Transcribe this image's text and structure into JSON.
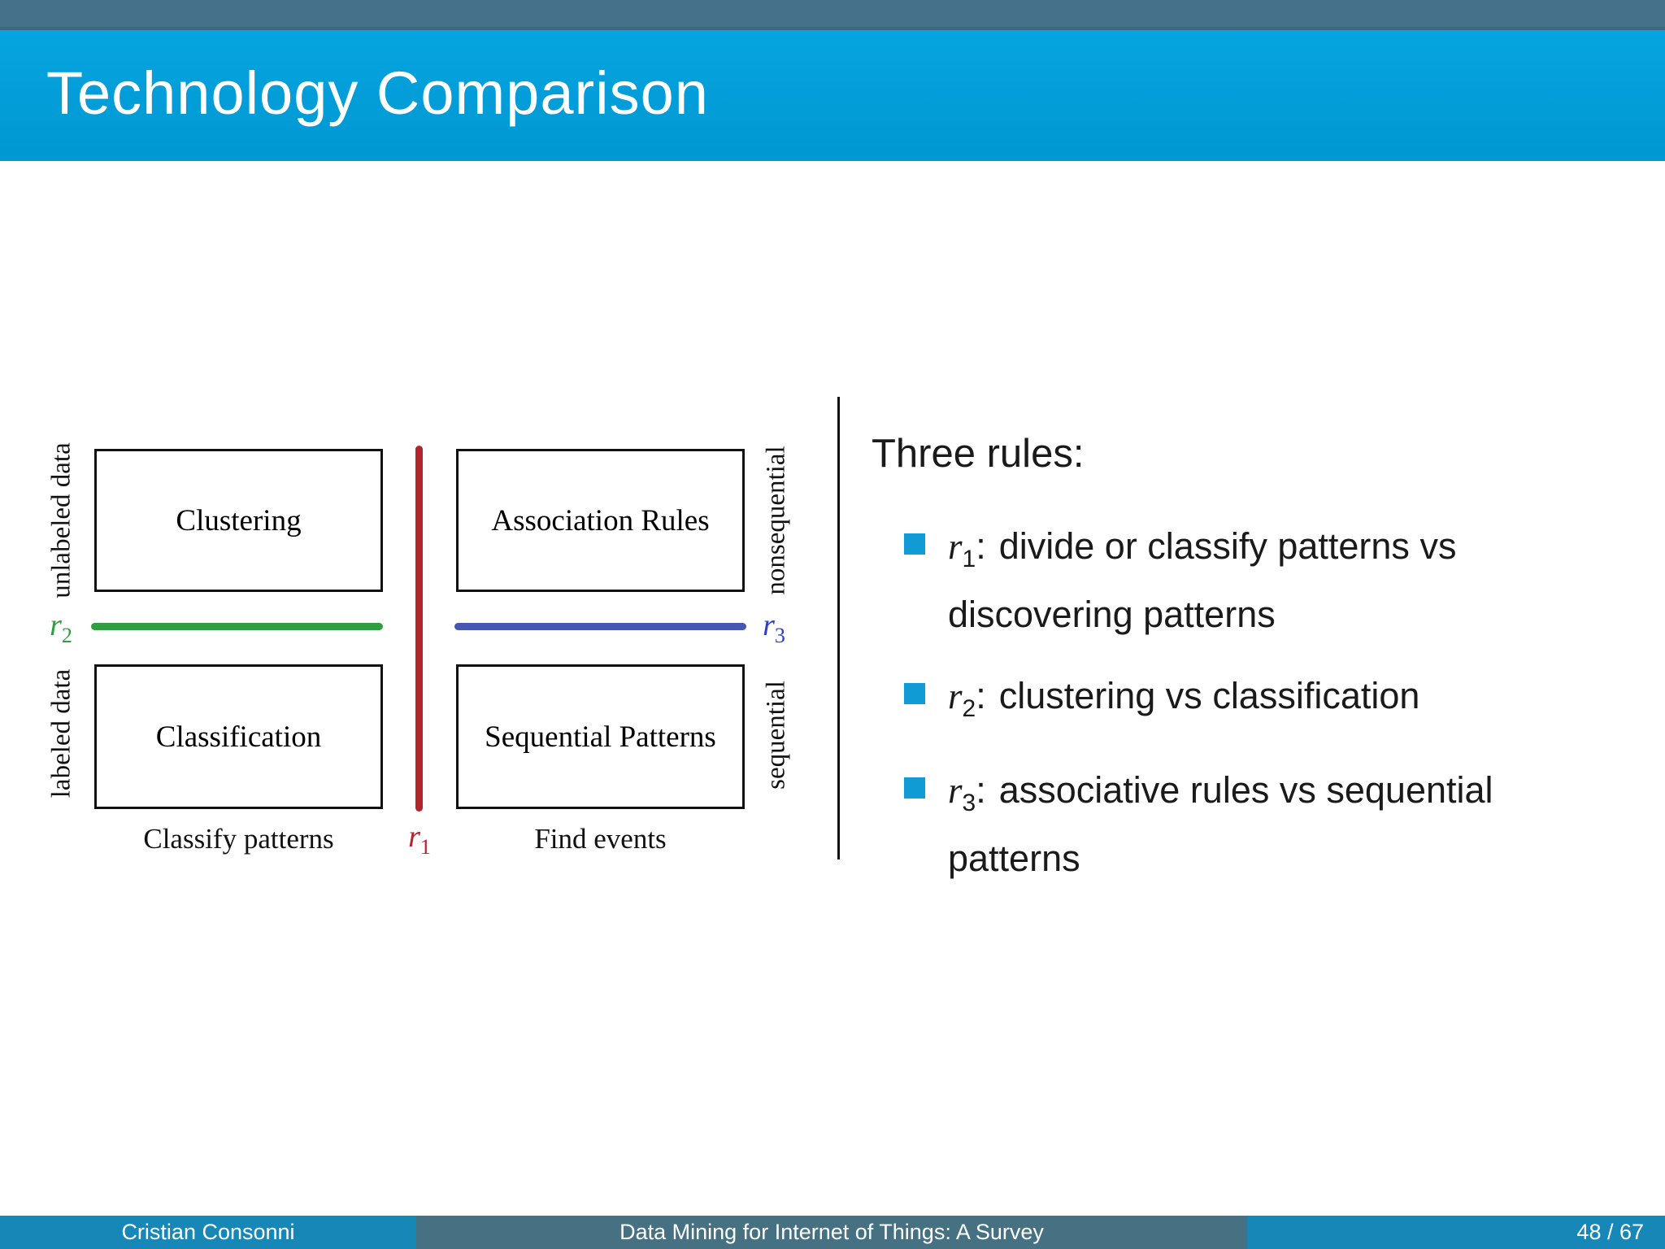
{
  "header": {
    "title": "Technology Comparison"
  },
  "colors": {
    "header_blue": "#009fdb",
    "topbar_slate": "#45718a",
    "footer_blue": "#1787b8",
    "footer_slate": "#467183",
    "bullet_blue": "#119bd5",
    "rule1_red": "#b3242c",
    "rule2_green": "#2e9e41",
    "rule3_blue_line": "#4656b4",
    "rule3_blue_label": "#2c3bd2"
  },
  "diagram": {
    "boxes": {
      "top_left": "Clustering",
      "top_right": "Association Rules",
      "bottom_left": "Classification",
      "bottom_right": "Sequential Patterns"
    },
    "axis_labels": {
      "left_top": "unlabeled data",
      "left_bottom": "labeled data",
      "right_top": "nonsequential",
      "right_bottom": "sequential"
    },
    "bottom_labels": {
      "left": "Classify patterns",
      "right": "Find events"
    },
    "rule_markers": {
      "r1": {
        "var": "r",
        "sub": "1"
      },
      "r2": {
        "var": "r",
        "sub": "2"
      },
      "r3": {
        "var": "r",
        "sub": "3"
      }
    }
  },
  "rules": {
    "heading": "Three rules:",
    "items": [
      {
        "var": "r",
        "sub": "1",
        "sep": ":",
        "text": "divide or classify patterns vs discovering patterns"
      },
      {
        "var": "r",
        "sub": "2",
        "sep": ":",
        "text": "clustering vs classification"
      },
      {
        "var": "r",
        "sub": "3",
        "sep": ":",
        "text": "associative rules vs sequential patterns"
      }
    ]
  },
  "footer": {
    "author": "Cristian Consonni",
    "title": "Data Mining for Internet of Things: A Survey",
    "page": "48 / 67"
  }
}
